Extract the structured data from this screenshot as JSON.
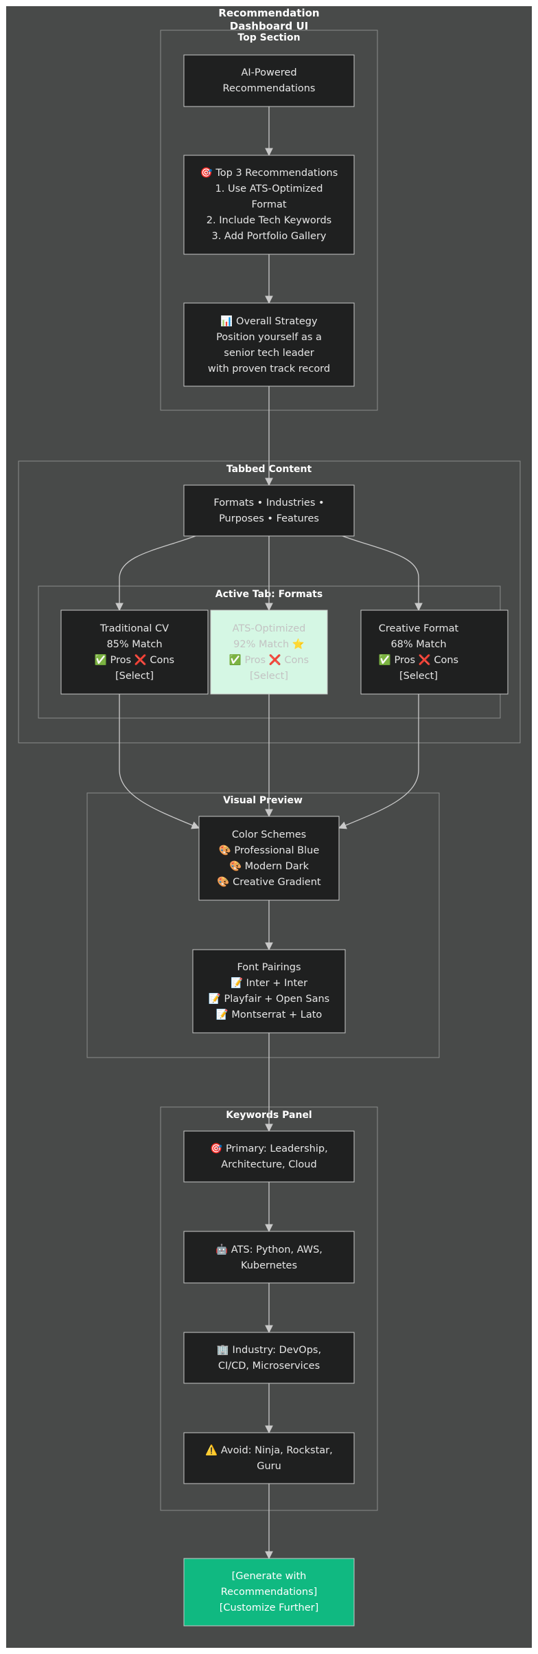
{
  "diagram_title": [
    "Recommendation",
    "Dashboard UI"
  ],
  "colors": {
    "background": "#484a49",
    "node_fill": "#1f2020",
    "node_stroke": "#c9c9c9",
    "highlight_fill": "#d5f7e4",
    "highlight_text": "#c3c3c3",
    "cta_fill": "#10b981",
    "cta_text": "#ffffff"
  },
  "clusters": {
    "top": "Top Section",
    "tabbed": "Tabbed Content",
    "active_tab": "Active Tab: Formats",
    "visual": "Visual Preview",
    "keywords": "Keywords Panel"
  },
  "nodes": {
    "ai": [
      "AI-Powered",
      "Recommendations"
    ],
    "top3": [
      "🎯 Top 3 Recommendations",
      "1. Use ATS-Optimized",
      "Format",
      "2. Include Tech Keywords",
      "3. Add Portfolio Gallery"
    ],
    "strategy": [
      "📊 Overall Strategy",
      "Position yourself as a",
      "senior tech leader",
      "with proven track record"
    ],
    "tabs": [
      "Formats • Industries •",
      "Purposes • Features"
    ],
    "traditional": [
      "Traditional CV",
      "85% Match",
      "✅ Pros ❌ Cons",
      "[Select]"
    ],
    "ats": [
      "ATS-Optimized",
      "92% Match ⭐",
      "✅ Pros ❌ Cons",
      "[Select]"
    ],
    "creative": [
      "Creative Format",
      "68% Match",
      "✅ Pros ❌ Cons",
      "[Select]"
    ],
    "colors": [
      "Color Schemes",
      "🎨 Professional Blue",
      "🎨 Modern Dark",
      "🎨 Creative Gradient"
    ],
    "fonts": [
      "Font Pairings",
      "📝 Inter + Inter",
      "📝 Playfair + Open Sans",
      "📝 Montserrat + Lato"
    ],
    "primary": [
      "🎯 Primary: Leadership,",
      "Architecture, Cloud"
    ],
    "ats_kw": [
      "🤖 ATS: Python, AWS,",
      "Kubernetes"
    ],
    "industry": [
      "🏢 Industry: DevOps,",
      "CI/CD, Microservices"
    ],
    "avoid": [
      "⚠️ Avoid: Ninja, Rockstar,",
      "Guru"
    ],
    "cta": [
      "[Generate with",
      "Recommendations]",
      "[Customize Further]"
    ]
  }
}
